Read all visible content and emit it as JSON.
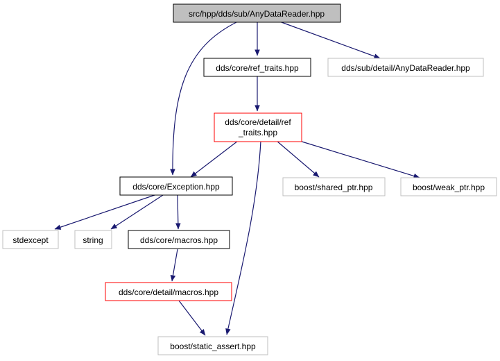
{
  "colors": {
    "edge": "#191970",
    "border_default": "#000000",
    "border_external": "#bfbfbf",
    "border_highlight": "#ff0000",
    "fill_root": "#bfbfbf",
    "fill_default": "#ffffff"
  },
  "nodes": [
    {
      "id": "anydatareader",
      "lines": [
        "src/hpp/dds/sub/AnyDataReader.hpp"
      ],
      "kind": "root"
    },
    {
      "id": "ref-traits",
      "lines": [
        "dds/core/ref_traits.hpp"
      ],
      "kind": "default"
    },
    {
      "id": "detail-anydatareader",
      "lines": [
        "dds/sub/detail/AnyDataReader.hpp"
      ],
      "kind": "external"
    },
    {
      "id": "detail-ref-traits",
      "lines": [
        "dds/core/detail/ref",
        "_traits.hpp"
      ],
      "kind": "highlight"
    },
    {
      "id": "exception",
      "lines": [
        "dds/core/Exception.hpp"
      ],
      "kind": "default"
    },
    {
      "id": "shared-ptr",
      "lines": [
        "boost/shared_ptr.hpp"
      ],
      "kind": "external"
    },
    {
      "id": "weak-ptr",
      "lines": [
        "boost/weak_ptr.hpp"
      ],
      "kind": "external"
    },
    {
      "id": "stdexcept",
      "lines": [
        "stdexcept"
      ],
      "kind": "external"
    },
    {
      "id": "string",
      "lines": [
        "string"
      ],
      "kind": "external"
    },
    {
      "id": "macros",
      "lines": [
        "dds/core/macros.hpp"
      ],
      "kind": "default"
    },
    {
      "id": "detail-macros",
      "lines": [
        "dds/core/detail/macros.hpp"
      ],
      "kind": "highlight"
    },
    {
      "id": "static-assert",
      "lines": [
        "boost/static_assert.hpp"
      ],
      "kind": "external"
    }
  ],
  "edges": [
    {
      "from": "anydatareader",
      "to": "ref-traits"
    },
    {
      "from": "anydatareader",
      "to": "detail-anydatareader"
    },
    {
      "from": "anydatareader",
      "to": "exception"
    },
    {
      "from": "ref-traits",
      "to": "detail-ref-traits"
    },
    {
      "from": "detail-ref-traits",
      "to": "exception"
    },
    {
      "from": "detail-ref-traits",
      "to": "shared-ptr"
    },
    {
      "from": "detail-ref-traits",
      "to": "weak-ptr"
    },
    {
      "from": "detail-ref-traits",
      "to": "static-assert"
    },
    {
      "from": "exception",
      "to": "stdexcept"
    },
    {
      "from": "exception",
      "to": "string"
    },
    {
      "from": "exception",
      "to": "macros"
    },
    {
      "from": "macros",
      "to": "detail-macros"
    },
    {
      "from": "detail-macros",
      "to": "static-assert"
    }
  ]
}
